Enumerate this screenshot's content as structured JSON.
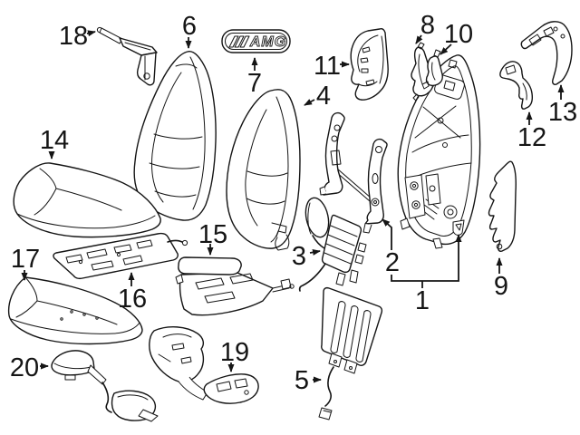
{
  "colors": {
    "line": "#151515",
    "background": "#ffffff"
  },
  "badge": {
    "text": "AMG"
  },
  "callouts": [
    {
      "label": "1"
    },
    {
      "label": "2"
    },
    {
      "label": "3"
    },
    {
      "label": "4"
    },
    {
      "label": "5"
    },
    {
      "label": "6"
    },
    {
      "label": "7"
    },
    {
      "label": "8"
    },
    {
      "label": "9"
    },
    {
      "label": "10"
    },
    {
      "label": "11"
    },
    {
      "label": "12"
    },
    {
      "label": "13"
    },
    {
      "label": "14"
    },
    {
      "label": "15"
    },
    {
      "label": "16"
    },
    {
      "label": "17"
    },
    {
      "label": "18"
    },
    {
      "label": "19"
    },
    {
      "label": "20"
    }
  ]
}
